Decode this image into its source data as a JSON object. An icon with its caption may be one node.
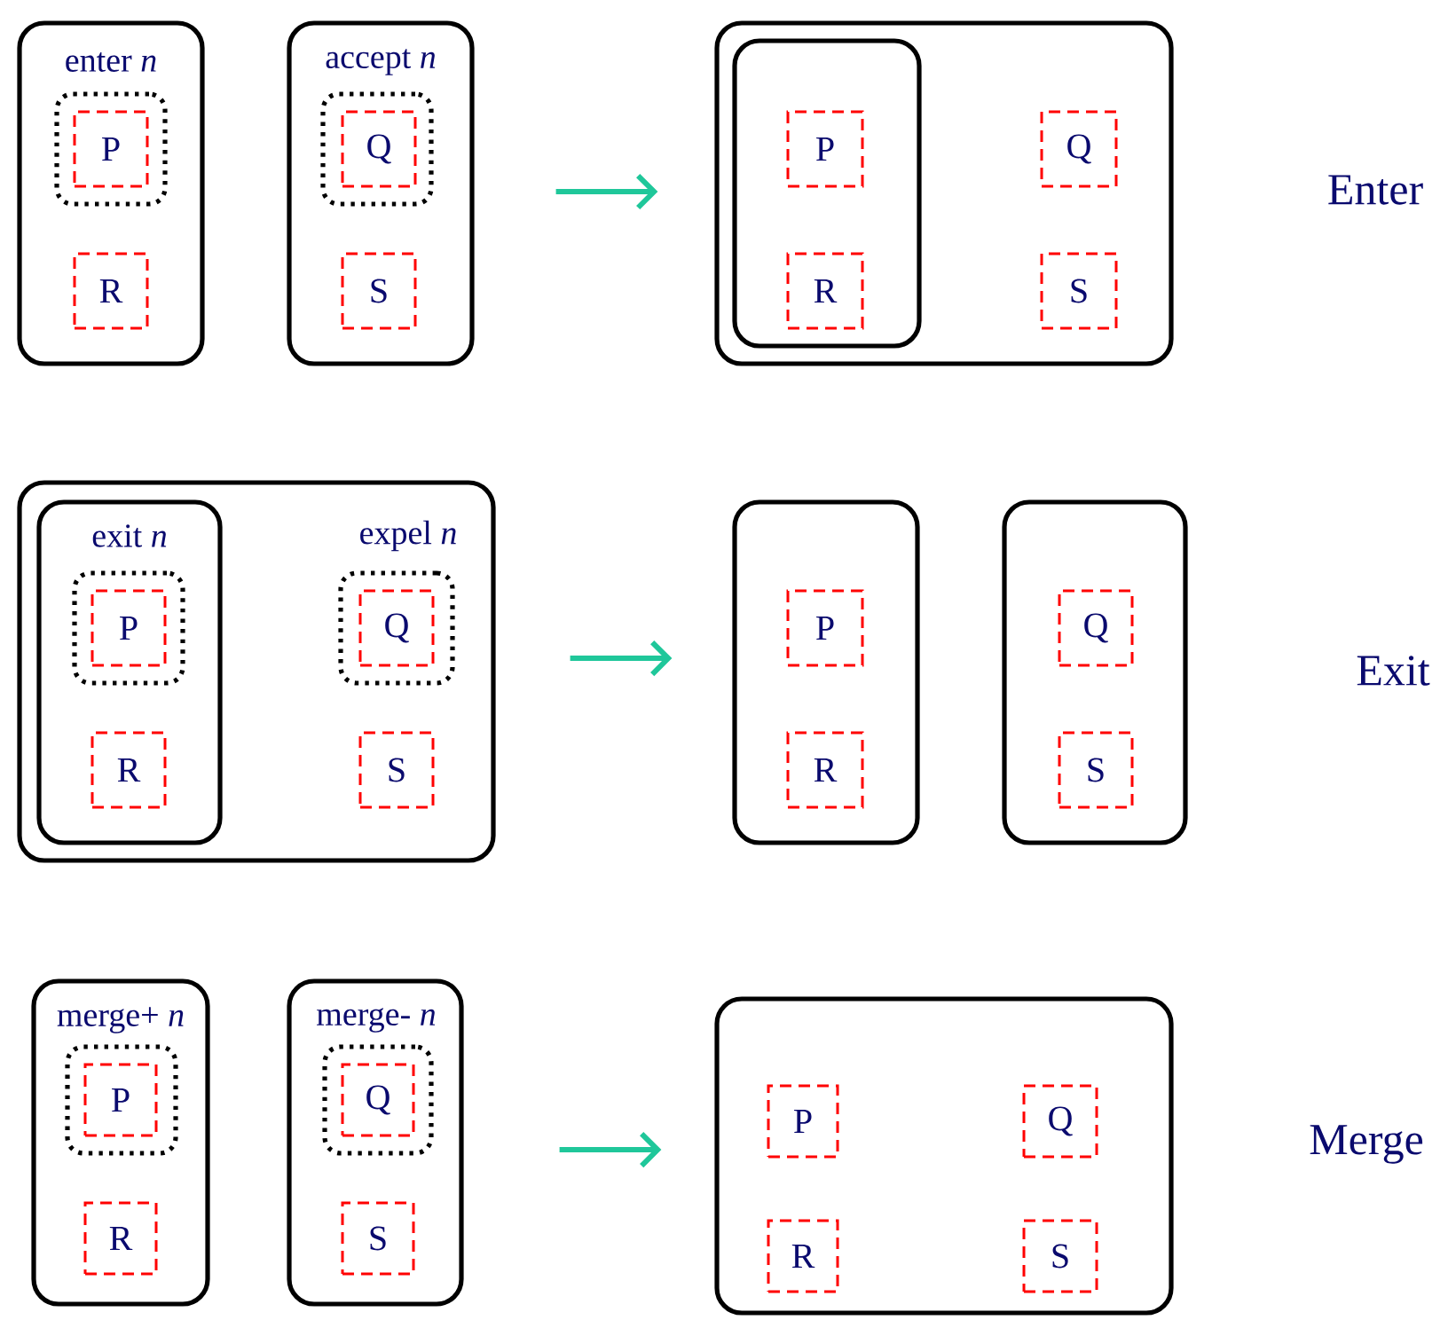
{
  "diagram": {
    "nodes": [
      {
        "text": [
          "enter *n*"
        ]
      },
      {
        "text": [],
        "shape": "box",
        "in": 0
      },
      {
        "text": [
          "P"
        ],
        "in": 1
      },
      {
        "text": [
          "R"
        ],
        "in": 0
      },
      {
        "text": [
          "accept *n*"
        ]
      },
      {
        "text": [],
        "shape": "box",
        "in": 4
      },
      {
        "text": [
          "Q"
        ],
        "in": 5
      },
      {
        "text": [
          "S"
        ],
        "in": 4
      },
      {
        "text": [],
        "shape": "box"
      },
      {
        "text": [],
        "shape": "box",
        "in": 8
      },
      {
        "text": [
          "P"
        ],
        "in": 9
      },
      {
        "text": [
          "R"
        ],
        "in": 9
      },
      {
        "text": [
          "Q"
        ],
        "in": 8
      },
      {
        "text": [
          "S"
        ],
        "in": 8
      },
      {
        "text": [
          "expel *n*"
        ]
      },
      {
        "text": [
          "exit *n*"
        ],
        "in": 14
      },
      {
        "text": [],
        "shape": "box",
        "in": 15
      },
      {
        "text": [
          "P"
        ],
        "in": 16
      },
      {
        "text": [
          "R"
        ],
        "in": 15
      },
      {
        "text": [],
        "shape": "box",
        "in": 14
      },
      {
        "text": [
          "Q"
        ],
        "in": 19
      },
      {
        "text": [
          "S"
        ],
        "in": 14
      },
      {
        "text": [],
        "shape": "box"
      },
      {
        "text": [
          "P"
        ],
        "in": 22
      },
      {
        "text": [
          "R"
        ],
        "in": 22
      },
      {
        "text": [],
        "shape": "box"
      },
      {
        "text": [
          "Q"
        ],
        "in": 25
      },
      {
        "text": [
          "S"
        ],
        "in": 25
      },
      {
        "text": [
          "merge+ *n*"
        ]
      },
      {
        "text": [],
        "shape": "box",
        "in": 28
      },
      {
        "text": [
          "P"
        ],
        "in": 29
      },
      {
        "text": [
          "R"
        ],
        "in": 28
      },
      {
        "text": [
          "merge- *n*"
        ]
      },
      {
        "text": [],
        "shape": "box",
        "in": 32
      },
      {
        "text": [
          "Q"
        ],
        "in": 33
      },
      {
        "text": [
          "S"
        ],
        "in": 32
      },
      {
        "text": [],
        "shape": "box"
      },
      {
        "text": [
          "P"
        ],
        "in": 36
      },
      {
        "text": [
          "Q"
        ],
        "in": 36
      },
      {
        "text": [
          "R"
        ],
        "in": 36
      },
      {
        "text": [
          "S"
        ],
        "in": 36
      }
    ],
    "edges": [
      {
        "from": 4,
        "to": 8,
        "arrow": "to",
        "color": "#1fc79a"
      },
      {
        "from": 14,
        "to": 22,
        "arrow": "to",
        "color": "#1fc79a"
      },
      {
        "from": 32,
        "to": 36,
        "arrow": "to",
        "color": "#1fc79a"
      }
    ],
    "labels": [
      "Enter",
      "Exit",
      "Merge"
    ]
  }
}
